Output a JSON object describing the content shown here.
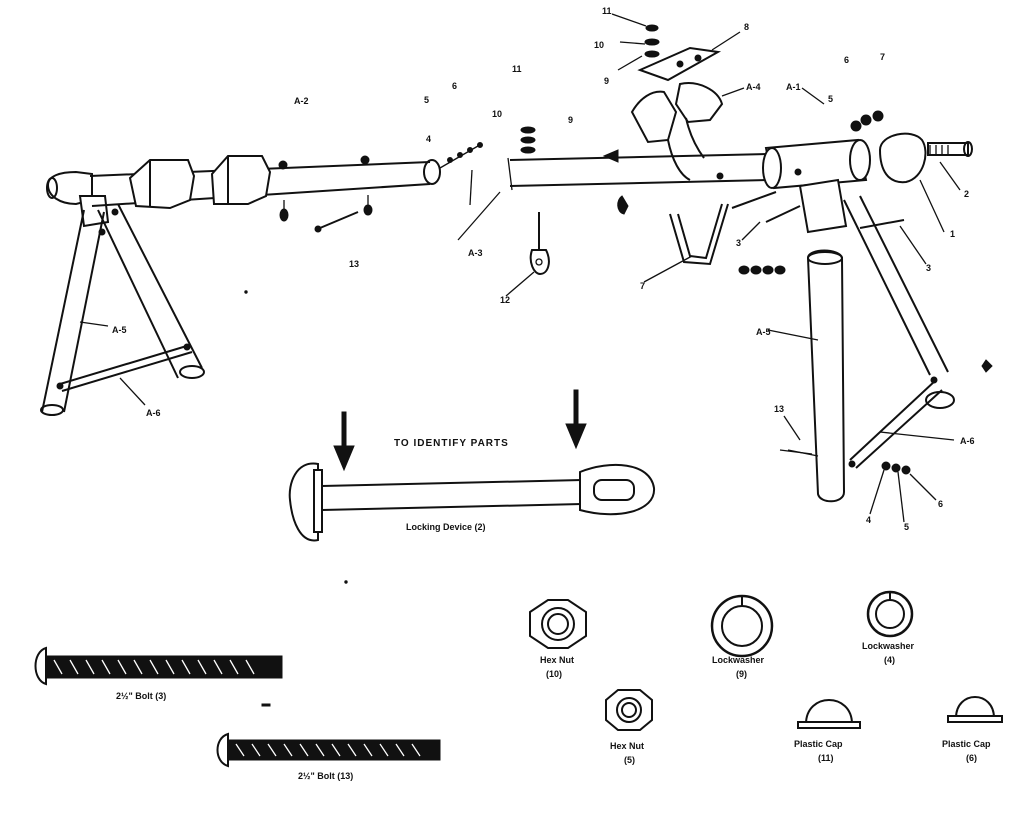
{
  "title": "TO IDENTIFY PARTS",
  "callouts": {
    "a2": "A-2",
    "a3": "A-3",
    "a4": "A-4",
    "a1": "A-1",
    "a5l": "A-5",
    "a6l": "A-6",
    "a5r": "A-5",
    "a6r": "A-6",
    "n11a": "11",
    "n10a": "10",
    "n9a": "9",
    "n8a": "8",
    "n11b": "11",
    "n10b": "10",
    "n9b": "9",
    "n5a": "5",
    "n6a": "6",
    "n4a": "4",
    "n6b": "6",
    "n7b": "7",
    "n5b": "5",
    "n2b": "2",
    "n1b": "1",
    "n3a": "3",
    "n3b": "3",
    "n13a": "13",
    "n12a": "12",
    "n7a": "7",
    "n13b": "13",
    "n4b": "4",
    "n5c": "5",
    "n6c": "6"
  },
  "parts": {
    "locking_device": "Locking Device (2)",
    "bolt3": "2½\" Bolt (3)",
    "bolt13": "2½\" Bolt (13)",
    "hexnut10_name": "Hex Nut",
    "hexnut10_qty": "(10)",
    "lockwasher9_name": "Lockwasher",
    "lockwasher9_qty": "(9)",
    "lockwasher4_name": "Lockwasher",
    "lockwasher4_qty": "(4)",
    "hexnut5_name": "Hex Nut",
    "hexnut5_qty": "(5)",
    "plasticcap11_name": "Plastic Cap",
    "plasticcap11_qty": "(11)",
    "plasticcap6_name": "Plastic Cap",
    "plasticcap6_qty": "(6)"
  },
  "icons": [
    "arrow-down-icon",
    "hex-nut-icon",
    "lockwasher-icon",
    "plastic-cap-icon",
    "bolt-icon"
  ]
}
